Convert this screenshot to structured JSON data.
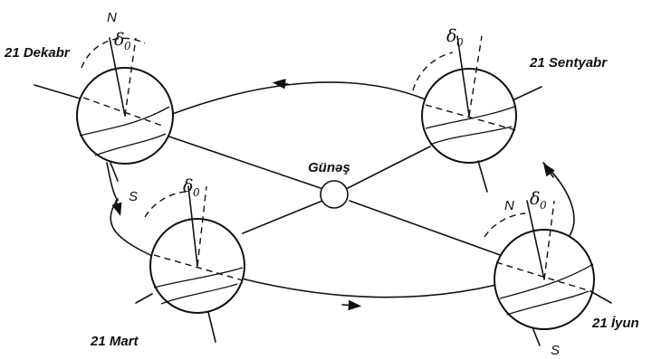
{
  "sun": {
    "label": "Günəş"
  },
  "positions": [
    {
      "id": "dekabr",
      "date": "21 Dekabr",
      "pole_n": "N",
      "pole_s": "S",
      "angle_symbol": "δ",
      "angle_sub": "0"
    },
    {
      "id": "sentyabr",
      "date": "21 Sentyabr",
      "angle_symbol": "δ",
      "angle_sub": "0"
    },
    {
      "id": "mart",
      "date": "21 Mart",
      "angle_symbol": "δ",
      "angle_sub": "0"
    },
    {
      "id": "iyun",
      "date": "21 İyun",
      "pole_n": "N",
      "pole_s": "S",
      "angle_symbol": "δ",
      "angle_sub": "0"
    }
  ]
}
